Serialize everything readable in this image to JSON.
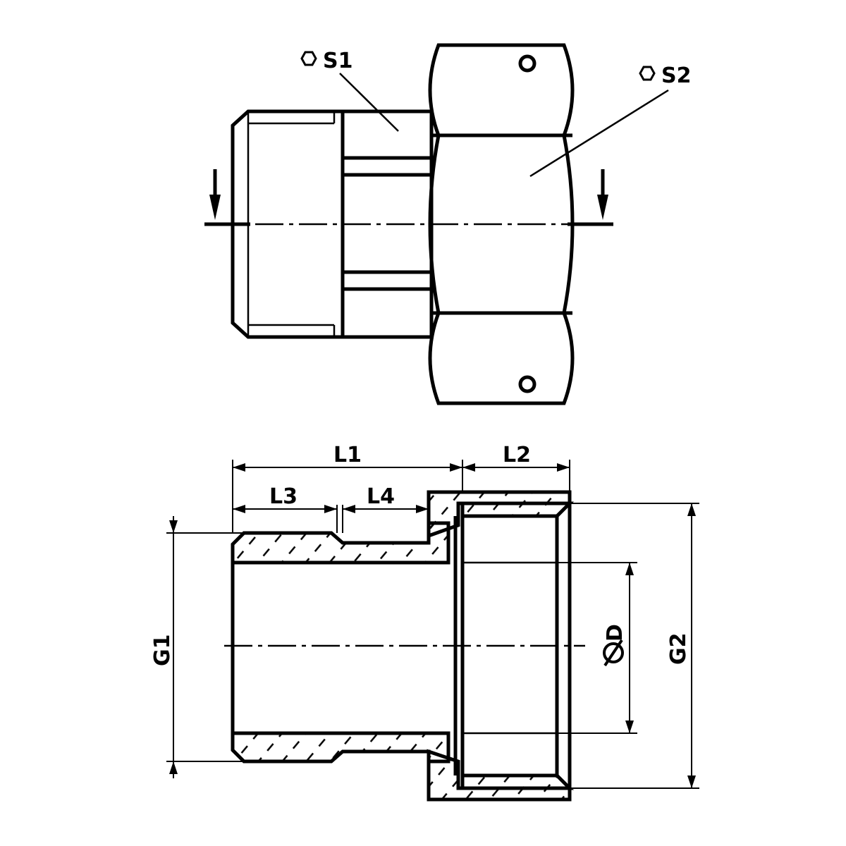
{
  "labels": {
    "s1": "S1",
    "s2": "S2",
    "l1": "L1",
    "l2": "L2",
    "l3": "L3",
    "l4": "L4",
    "g1": "G1",
    "g2": "G2",
    "d": "D"
  },
  "icons": {
    "hex": "hexagon-icon",
    "dia": "diameter-icon"
  },
  "colors": {
    "line": "#000000",
    "background": "#ffffff"
  }
}
